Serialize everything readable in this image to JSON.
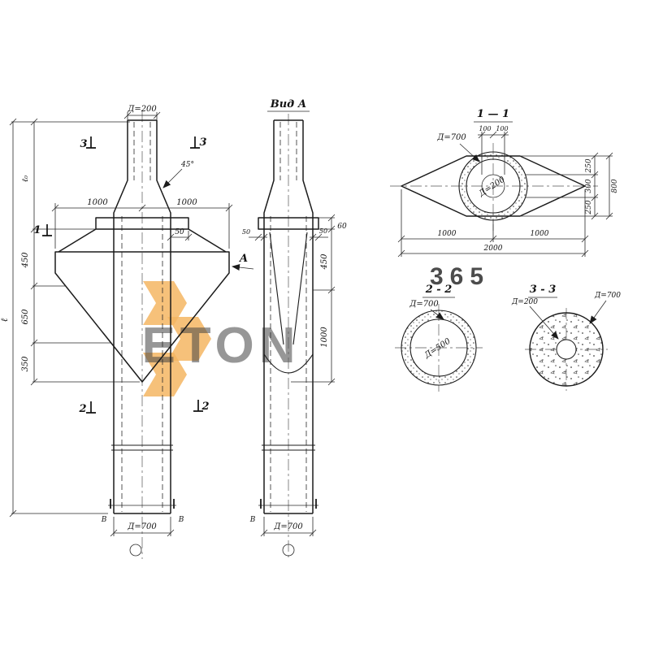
{
  "colors": {
    "line": "#1b1b1b",
    "watermark_orange": "#F2A33C",
    "watermark_gray": "#B9BFC6"
  },
  "watermark": {
    "text": "ETON",
    "number": "365"
  },
  "drawing": {
    "front_view": {
      "top_diameter": "Д=200",
      "mark_3_left": "3",
      "mark_3_right": "3",
      "angle": "45°",
      "dim_1000_left": "1000",
      "dim_1000_right": "1000",
      "dim_50": "50",
      "mark_1": "1",
      "dim_l0": "ℓ₀",
      "dim_450": "450",
      "dim_650": "650",
      "dim_350": "350",
      "dim_total": "ℓ",
      "mark_2_left": "2",
      "mark_2_right": "2",
      "view_arrow": "А",
      "mark_b_left": "В",
      "mark_b_right": "В",
      "bottom_diameter": "Д=700"
    },
    "side_view": {
      "title": "Вид А",
      "dim_50_left": "50",
      "dim_50_right": "50",
      "dim_60": "60",
      "dim_450": "450",
      "dim_1000": "1000",
      "mark_b": "В",
      "bottom_diameter": "Д=700"
    },
    "section_1_1": {
      "title": "1 — 1",
      "outer_diameter": "Д=700",
      "inner_diameter": "Д=200",
      "dim_100_left": "100",
      "dim_100_right": "100",
      "dim_250_top": "250",
      "dim_300": "300",
      "dim_250_bottom": "250",
      "dim_800": "800",
      "dim_1000_left": "1000",
      "dim_1000_right": "1000",
      "dim_2000": "2000"
    },
    "section_2_2": {
      "title": "2 - 2",
      "outer_diameter": "Д=700",
      "inner_diameter": "Д=500"
    },
    "section_3_3": {
      "title": "3 - 3",
      "left_diameter": "Д=200",
      "right_diameter": "Д=700"
    }
  }
}
